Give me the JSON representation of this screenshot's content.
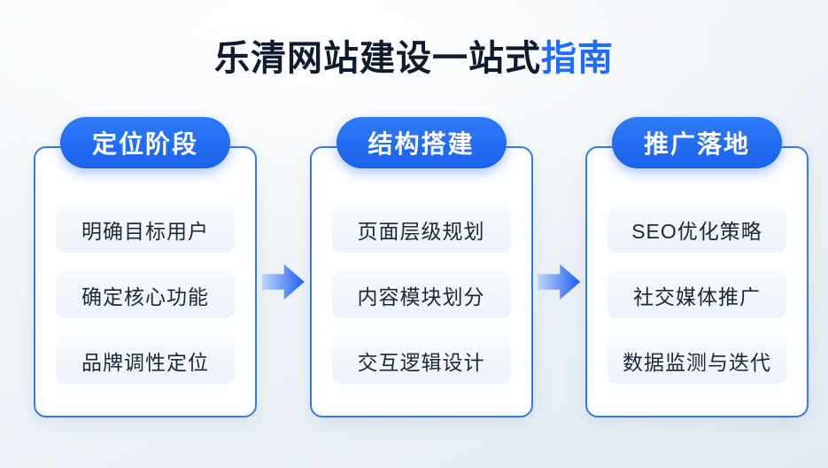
{
  "title": {
    "main": "乐清网站建设一站式",
    "accent": "指南"
  },
  "colors": {
    "title-dark": "#111b2e",
    "accent-text-blue": "#1f6dff",
    "card-border": "#3679ec",
    "pill-top": "#2f7bf7",
    "pill-bottom": "#1a61ee",
    "item-bg-top": "#f7fafd",
    "item-bg-bottom": "#edf3fa",
    "item-text": "#1d2736",
    "arrow-start": "#bdd7fb",
    "arrow-end": "#1e5ef0"
  },
  "stages": [
    {
      "header": "定位阶段",
      "items": [
        "明确目标用户",
        "确定核心功能",
        "品牌调性定位"
      ]
    },
    {
      "header": "结构搭建",
      "items": [
        "页面层级规划",
        "内容模块划分",
        "交互逻辑设计"
      ]
    },
    {
      "header": "推广落地",
      "items": [
        "SEO优化策略",
        "社交媒体推广",
        "数据监测与迭代"
      ]
    }
  ]
}
